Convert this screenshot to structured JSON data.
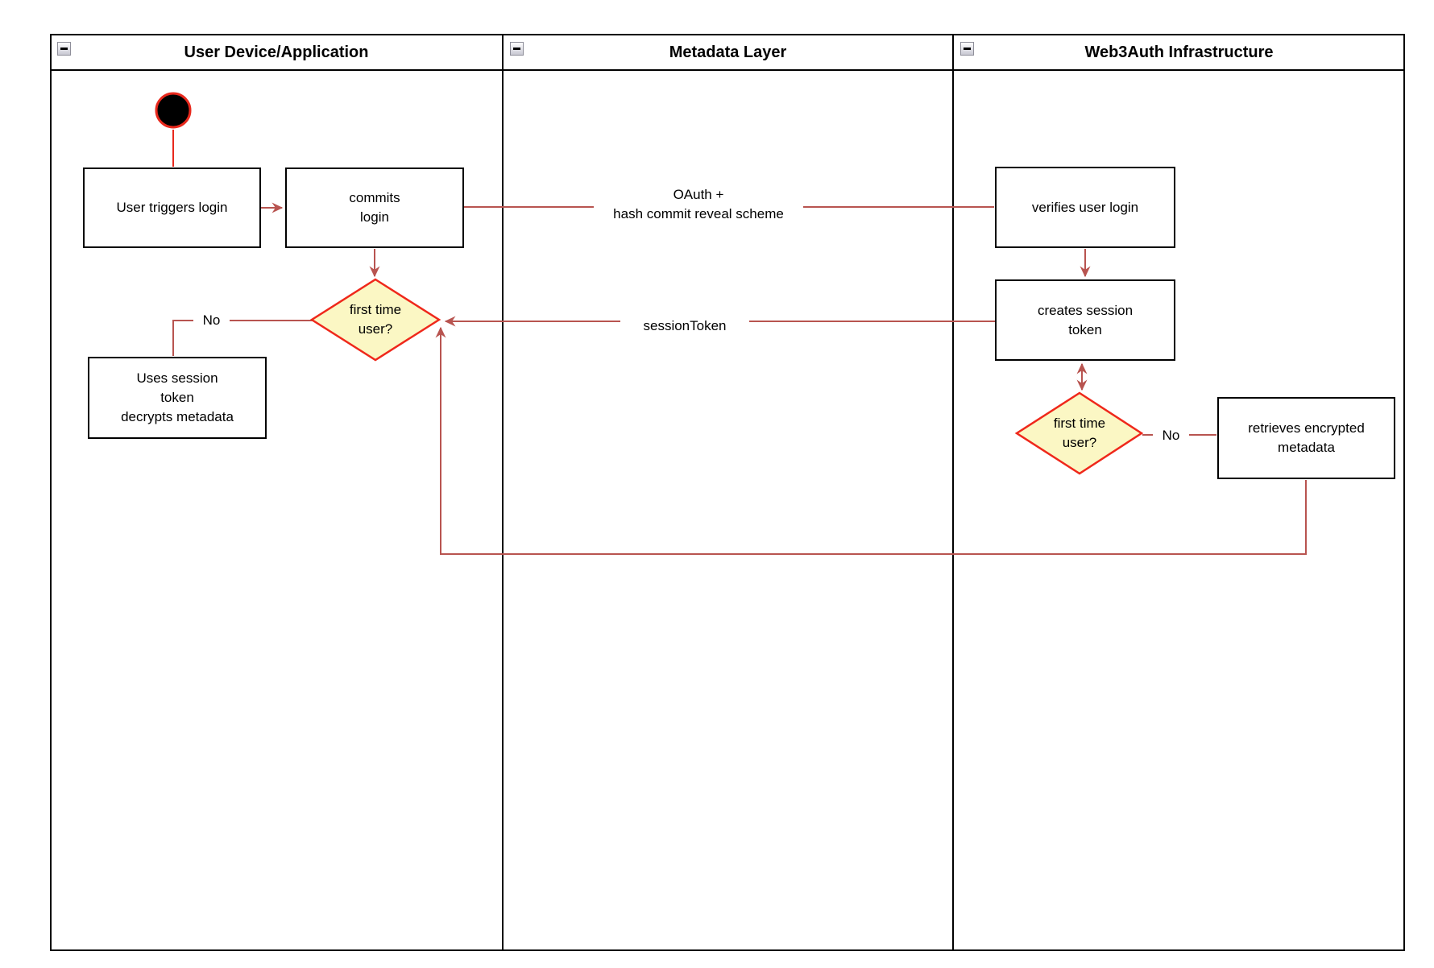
{
  "colors": {
    "edge": "#B85450",
    "edge_bright": "#E8291D",
    "decision_fill": "#FBF7C4",
    "decision_stroke": "#EF281B",
    "start_fill": "#000000"
  },
  "icons": {
    "lane_collapse": "minus-square"
  },
  "lanes": [
    {
      "title": "User Device/Application"
    },
    {
      "title": "Metadata Layer"
    },
    {
      "title": "Web3Auth Infrastructure"
    }
  ],
  "nodes": {
    "user_triggers": {
      "label": "User triggers login"
    },
    "commits": {
      "label": "commits\nlogin"
    },
    "first_time_left": {
      "label": "first time\nuser?"
    },
    "uses_session": {
      "label": "Uses session\ntoken\ndecrypts metadata"
    },
    "verifies": {
      "label": "verifies user login"
    },
    "creates": {
      "label": "creates session\ntoken"
    },
    "first_time_right": {
      "label": "first time\nuser?"
    },
    "retrieves": {
      "label": "retrieves encrypted\nmetadata"
    }
  },
  "edge_labels": {
    "oauth": "OAuth +\nhash commit reveal scheme",
    "session_token": "sessionToken",
    "no_left": "No",
    "no_right": "No"
  }
}
